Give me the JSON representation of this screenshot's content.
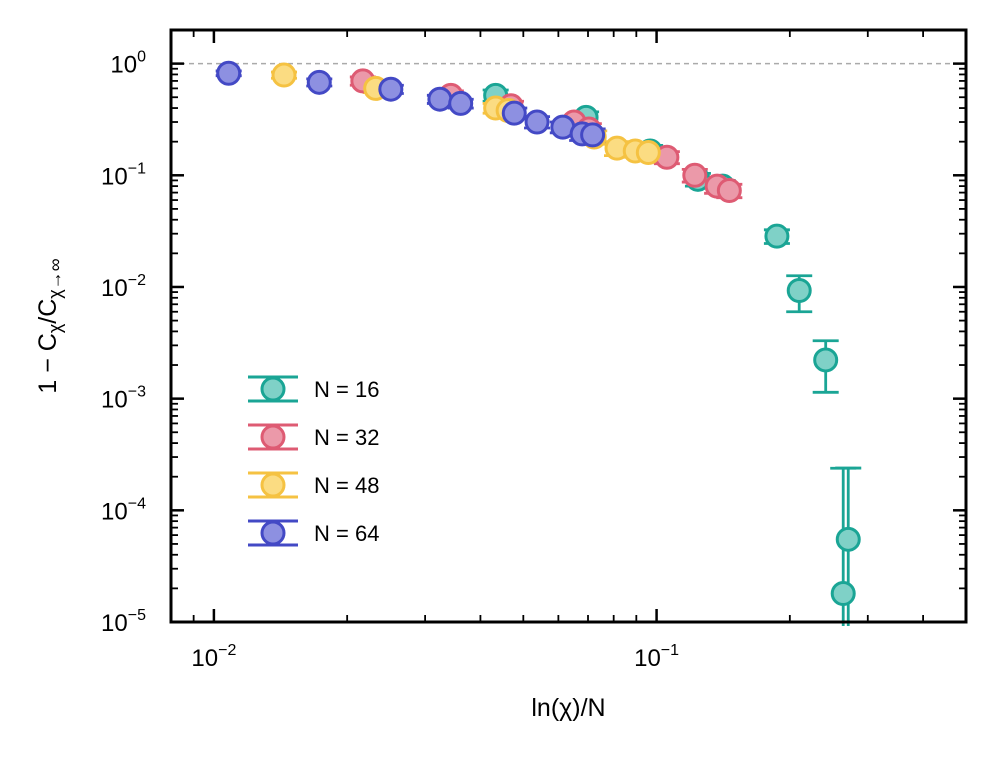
{
  "chart_data": {
    "type": "scatter",
    "title": "",
    "xlabel": "ln(χ)/N",
    "ylabel": "1 − C_χ/C_χ→∞",
    "xscale": "log",
    "yscale": "log",
    "xlim": [
      0.008,
      0.5
    ],
    "ylim": [
      1e-05,
      2.0
    ],
    "x_ticks": [
      {
        "value": 0.01,
        "base": "10",
        "exp": "−2"
      },
      {
        "value": 0.1,
        "base": "10",
        "exp": "−1"
      }
    ],
    "y_ticks": [
      {
        "value": 1,
        "base": "10",
        "exp": "0"
      },
      {
        "value": 0.1,
        "base": "10",
        "exp": "−1"
      },
      {
        "value": 0.01,
        "base": "10",
        "exp": "−2"
      },
      {
        "value": 0.001,
        "base": "10",
        "exp": "−3"
      },
      {
        "value": 0.0001,
        "base": "10",
        "exp": "−4"
      },
      {
        "value": 1e-05,
        "base": "10",
        "exp": "−5"
      }
    ],
    "reference_line": {
      "y": 1,
      "style": "dashed",
      "color": "#aaaaaa"
    },
    "grid": false,
    "legend_position": "lower-left",
    "series": [
      {
        "name": "N = 16",
        "color": "#1aa595",
        "fill": "#7fd1c7",
        "points": [
          {
            "x": 0.0433,
            "y": 0.52,
            "err": 0.06
          },
          {
            "x": 0.0693,
            "y": 0.33,
            "err": 0.04
          },
          {
            "x": 0.0967,
            "y": 0.165,
            "err": 0.02
          },
          {
            "x": 0.124,
            "y": 0.092,
            "err": 0.012
          },
          {
            "x": 0.141,
            "y": 0.08,
            "err": 0.01
          },
          {
            "x": 0.187,
            "y": 0.0285,
            "err": 0.004
          },
          {
            "x": 0.21,
            "y": 0.0093,
            "err": 0.0033
          },
          {
            "x": 0.241,
            "y": 0.00222,
            "err": 0.00108
          },
          {
            "x": 0.271,
            "y": 5.5e-05,
            "err": 0.000184
          },
          {
            "x": 0.264,
            "y": 1.8e-05,
            "err": 0.00022
          }
        ]
      },
      {
        "name": "N = 32",
        "color": "#de5b73",
        "fill": "#eb99a9",
        "points": [
          {
            "x": 0.0217,
            "y": 0.7,
            "err": 0.06
          },
          {
            "x": 0.0343,
            "y": 0.52,
            "err": 0.05
          },
          {
            "x": 0.0469,
            "y": 0.42,
            "err": 0.04
          },
          {
            "x": 0.0651,
            "y": 0.3,
            "err": 0.035
          },
          {
            "x": 0.0703,
            "y": 0.26,
            "err": 0.03
          },
          {
            "x": 0.1055,
            "y": 0.145,
            "err": 0.018
          },
          {
            "x": 0.122,
            "y": 0.1,
            "err": 0.013
          },
          {
            "x": 0.137,
            "y": 0.08,
            "err": 0.011
          },
          {
            "x": 0.146,
            "y": 0.073,
            "err": 0.01
          }
        ]
      },
      {
        "name": "N = 48",
        "color": "#f5c242",
        "fill": "#fbdc82",
        "points": [
          {
            "x": 0.0144,
            "y": 0.79,
            "err": 0.05
          },
          {
            "x": 0.0232,
            "y": 0.6,
            "err": 0.05
          },
          {
            "x": 0.0433,
            "y": 0.4,
            "err": 0.04
          },
          {
            "x": 0.0462,
            "y": 0.38,
            "err": 0.04
          },
          {
            "x": 0.0723,
            "y": 0.22,
            "err": 0.03
          },
          {
            "x": 0.0814,
            "y": 0.175,
            "err": 0.025
          },
          {
            "x": 0.0895,
            "y": 0.165,
            "err": 0.02
          },
          {
            "x": 0.0958,
            "y": 0.16,
            "err": 0.02
          }
        ]
      },
      {
        "name": "N = 64",
        "color": "#4349c5",
        "fill": "#8d90e1",
        "points": [
          {
            "x": 0.0108,
            "y": 0.82,
            "err": 0.04
          },
          {
            "x": 0.0173,
            "y": 0.68,
            "err": 0.05
          },
          {
            "x": 0.0251,
            "y": 0.59,
            "err": 0.05
          },
          {
            "x": 0.0324,
            "y": 0.48,
            "err": 0.04
          },
          {
            "x": 0.0361,
            "y": 0.44,
            "err": 0.04
          },
          {
            "x": 0.0477,
            "y": 0.36,
            "err": 0.04
          },
          {
            "x": 0.0537,
            "y": 0.3,
            "err": 0.035
          },
          {
            "x": 0.0614,
            "y": 0.27,
            "err": 0.03
          },
          {
            "x": 0.0679,
            "y": 0.235,
            "err": 0.03
          },
          {
            "x": 0.0717,
            "y": 0.23,
            "err": 0.03
          }
        ]
      }
    ]
  }
}
